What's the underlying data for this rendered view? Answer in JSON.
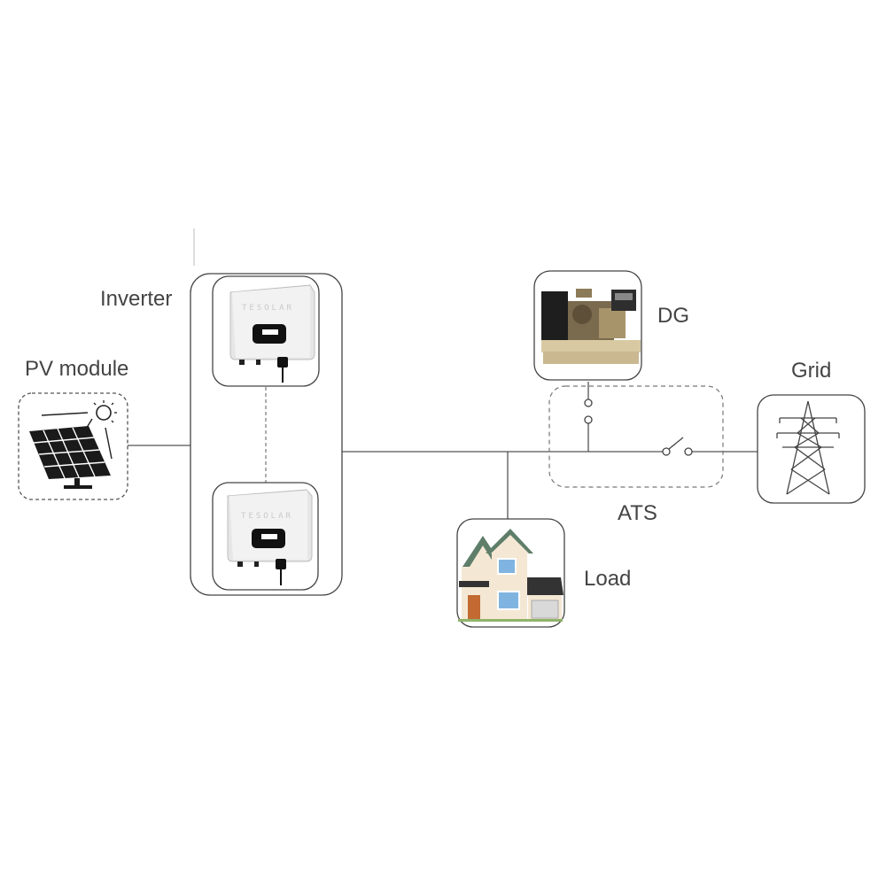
{
  "labels": {
    "pv_module": "PV module",
    "inverter": "Inverter",
    "dg": "DG",
    "grid": "Grid",
    "ats": "ATS",
    "load": "Load"
  },
  "inverter_brand": "TESOLAR",
  "icons": {
    "pv": "solar-panel-with-sun",
    "inverter": "inverter-unit",
    "dg": "diesel-generator",
    "grid": "transmission-tower",
    "load": "house"
  },
  "colors": {
    "line": "#555555",
    "box_border": "#444444",
    "dashed_border": "#777777",
    "label_text": "#444444"
  }
}
